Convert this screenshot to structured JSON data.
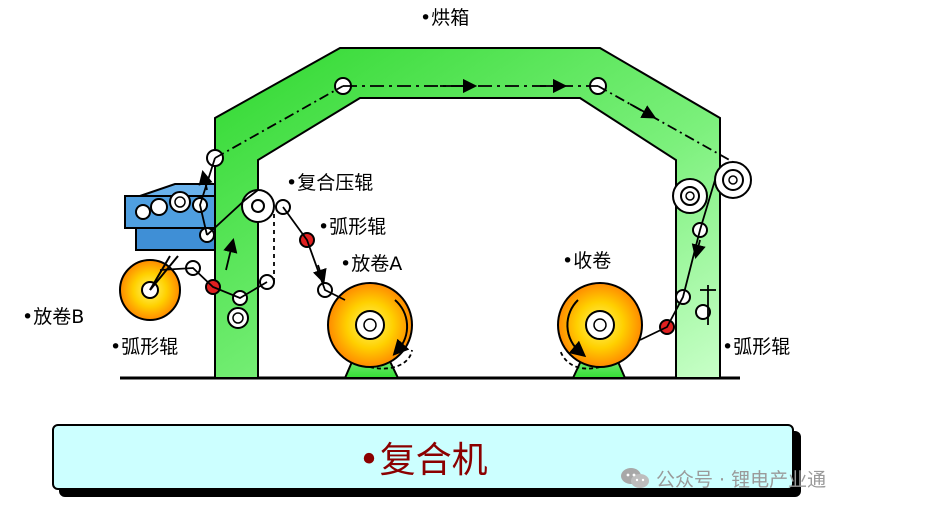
{
  "labels": {
    "oven": "•烘箱",
    "composite_roller": "•复合压辊",
    "arc_roller_1": "•弧形辊",
    "unwind_a": "•放卷A",
    "rewind": "•收卷",
    "unwind_b": "•放卷B",
    "arc_roller_2": "•弧形辊",
    "arc_roller_3": "•弧形辊"
  },
  "title": "•复合机",
  "watermark": "公众号 · 锂电产业通",
  "colors": {
    "frame_green": "#33e633",
    "frame_green_light": "#b8ffb8",
    "roll_orange": "#ffb000",
    "roll_yellow": "#ffee00",
    "blue_unit": "#4f9fe0",
    "arc_roller_red": "#e02020",
    "title_bg": "#ccffff",
    "title_text": "#8b0000"
  }
}
